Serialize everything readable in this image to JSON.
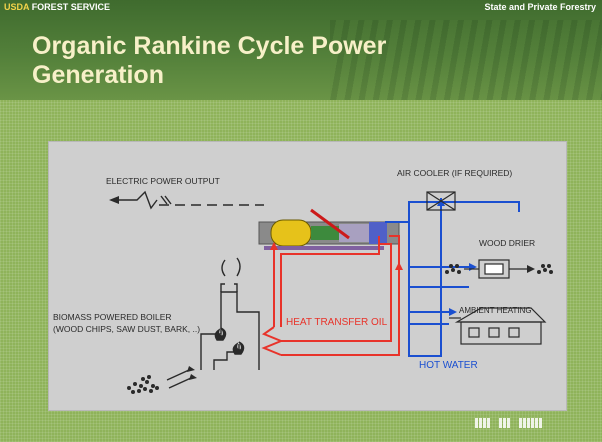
{
  "header": {
    "agency_prefix": "USDA",
    "agency_name": "FOREST SERVICE",
    "division": "State and Private Forestry"
  },
  "slide": {
    "title": "Organic Rankine Cycle Power Generation"
  },
  "diagram": {
    "labels": {
      "electric_output": "ELECTRIC POWER OUTPUT",
      "air_cooler": "AIR COOLER (IF REQUIRED)",
      "wood_drier": "WOOD DRIER",
      "ambient_heating": "AMBIENT HEATING",
      "boiler_line1": "BIOMASS POWERED BOILER",
      "boiler_line2": "(WOOD CHIPS, SAW DUST, BARK, ..)",
      "heat_transfer_oil": "HEAT TRANSFER OIL",
      "hot_water": "HOT WATER"
    },
    "colors": {
      "oil": "#e8332a",
      "water": "#1a4fd0",
      "line": "#2a2a2a",
      "background": "#cfcfcf"
    }
  }
}
